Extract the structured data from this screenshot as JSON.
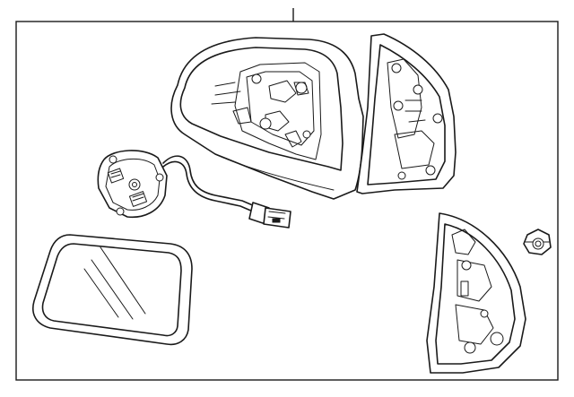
{
  "diagram": {
    "parts": [
      {
        "id": "mirror-assembly",
        "icon": "mirror-housing-icon"
      },
      {
        "id": "motor",
        "icon": "mirror-motor-icon"
      },
      {
        "id": "glass",
        "icon": "mirror-glass-icon"
      },
      {
        "id": "rear-cover",
        "icon": "mirror-cover-icon"
      },
      {
        "id": "nut",
        "icon": "hex-nut-icon"
      }
    ],
    "colors": {
      "line": "#1a1a1a",
      "background": "#ffffff",
      "frame": "#1a1a1a"
    }
  }
}
